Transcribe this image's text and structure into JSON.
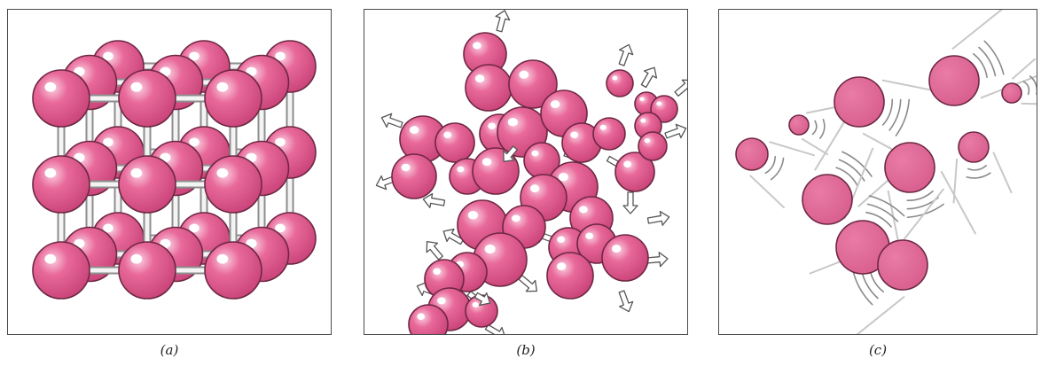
{
  "colors": {
    "atom_fill": "#e8699a",
    "atom_highlight": "#ffffff",
    "atom_stroke": "#6d2843",
    "bond": "#8e8e8e",
    "border": "#4a4a4a"
  },
  "panels": [
    {
      "id": "a",
      "caption": "(a)",
      "depiction": "crystal-lattice"
    },
    {
      "id": "b",
      "caption": "(b)",
      "depiction": "liquid-cluster-with-motion-arrows"
    },
    {
      "id": "c",
      "caption": "(c)",
      "depiction": "gas-particles-with-motion-trails"
    }
  ]
}
